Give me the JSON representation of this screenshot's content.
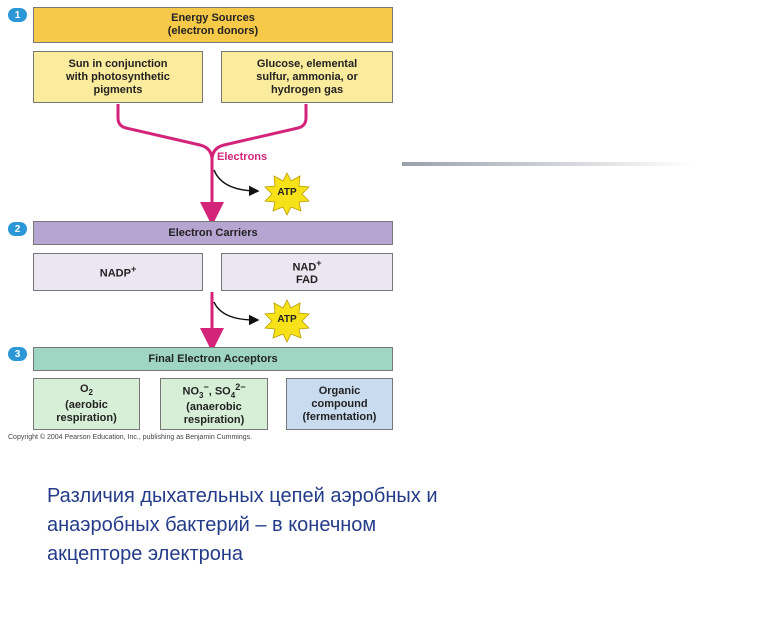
{
  "diagram": {
    "step1": {
      "number": "1",
      "title": "Energy Sources\n(electron donors)",
      "left": "Sun in conjunction\nwith photosynthetic\npigments",
      "right": "Glucose, elemental\nsulfur, ammonia, or\nhydrogen gas"
    },
    "electrons_label": "Electrons",
    "atp1": "ATP",
    "step2": {
      "number": "2",
      "title": "Electron Carriers",
      "left_main": "NADP",
      "left_sup": "+",
      "right_line1_main": "NAD",
      "right_line1_sup": "+",
      "right_line2": "FAD"
    },
    "atp2": "ATP",
    "step3": {
      "number": "3",
      "title": "Final Electron Acceptors",
      "box1_main": "O",
      "box1_sub": "2",
      "box1_rest": "(aerobic\nrespiration)",
      "box2_no": "NO",
      "box2_no_sub": "3",
      "box2_no_sup": "−",
      "box2_sep": ", SO",
      "box2_so_sub": "4",
      "box2_so_sup": "2−",
      "box2_rest": "(anaerobic\nrespiration)",
      "box3": "Organic\ncompound\n(fermentation)"
    },
    "copyright": "Copyright © 2004 Pearson Education, Inc., publishing as Benjamin Cummings."
  },
  "caption": "Различия дыхательных цепей аэробных и\nанаэробных бактерий – в конечном\nакцепторе электрона",
  "colors": {
    "arrow": "#d4247a",
    "step_badge": "#2b97d6",
    "atp_star": "#f7e21a",
    "caption": "#243c88"
  }
}
